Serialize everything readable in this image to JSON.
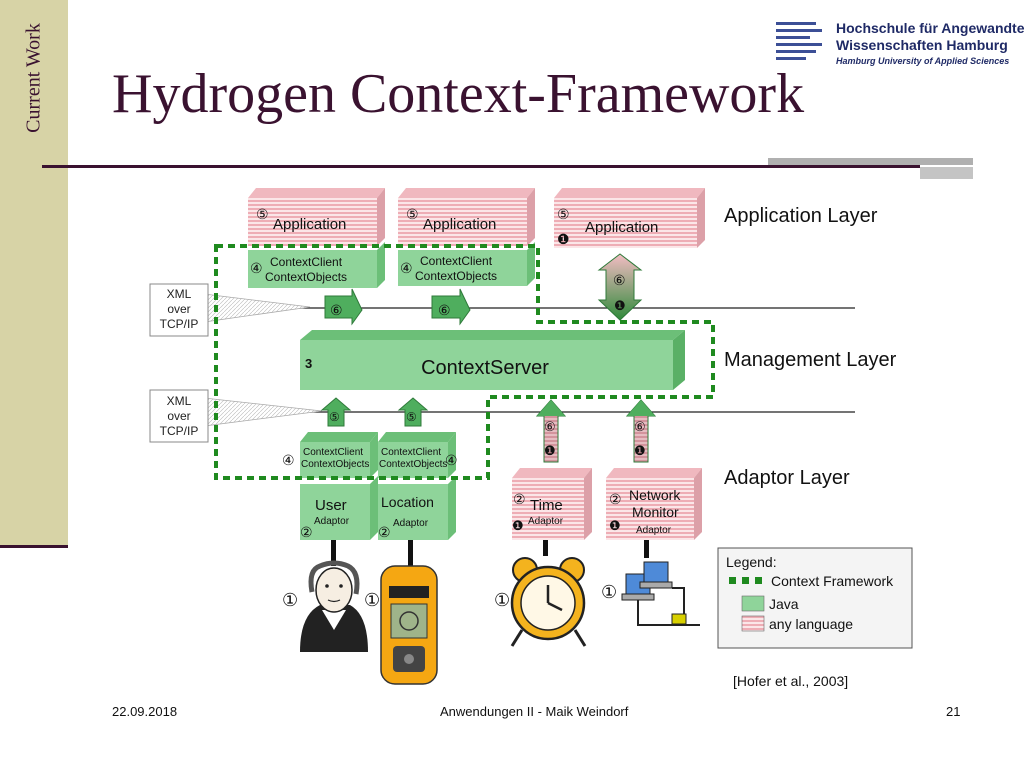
{
  "slide": {
    "side_label": "Current Work",
    "title": "Hydrogen Context-Framework",
    "logo": {
      "line1": "Hochschule für Angewandte",
      "line2": "Wissenschaften Hamburg",
      "line3": "Hamburg University of Applied Sciences"
    },
    "footer": {
      "date": "22.09.2018",
      "center": "Anwendungen II - Maik Weindorf",
      "page": "21"
    }
  },
  "diagram": {
    "layers": {
      "application": "Application Layer",
      "management": "Management Layer",
      "adaptor": "Adaptor Layer"
    },
    "applications": [
      "Application",
      "Application",
      "Application"
    ],
    "context_client": [
      "ContextClient",
      "ContextObjects"
    ],
    "context_server": "ContextServer",
    "server_number": "3",
    "xml_label": [
      "XML",
      "over",
      "TCP/IP"
    ],
    "adaptors": {
      "user": "User",
      "location": "Location",
      "time": "Time",
      "network": [
        "Network",
        "Monitor"
      ],
      "sub": "Adaptor"
    },
    "markers": {
      "one": "①",
      "two": "②",
      "four": "④",
      "five": "⑤",
      "six": "⑥",
      "black_one": "❶"
    },
    "legend": {
      "title": "Legend:",
      "framework": "Context Framework",
      "java": "Java",
      "any": "any language"
    },
    "citation": "[Hofer et al., 2003]",
    "colors": {
      "java_green": "#8fd49a",
      "any_pink": "#f3c3c8",
      "framework_green": "#1f8a1f",
      "title_purple": "#3a1230"
    }
  }
}
